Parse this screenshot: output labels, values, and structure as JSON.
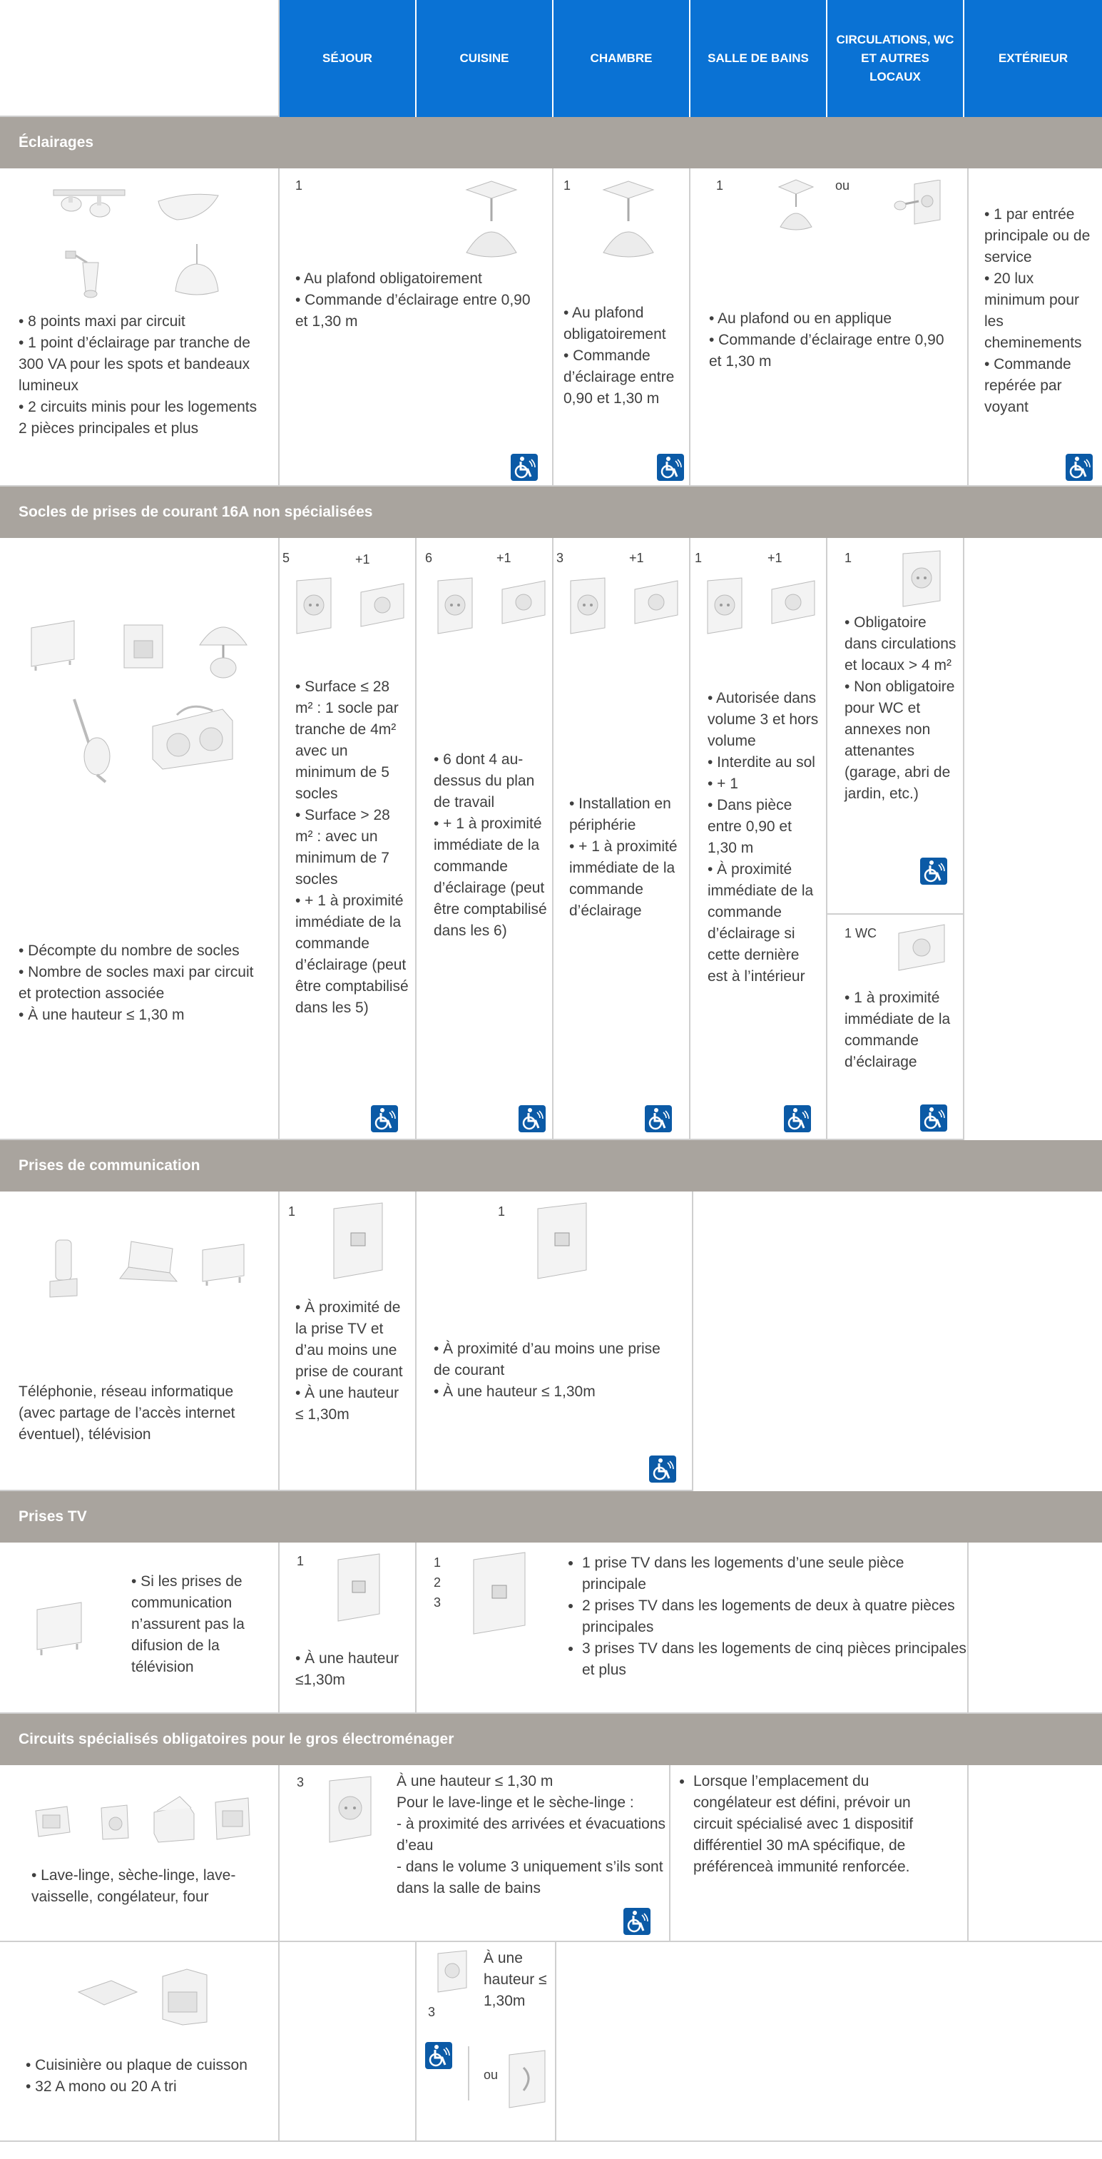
{
  "header": {
    "columns": [
      "SÉJOUR",
      "CUISINE",
      "CHAMBRE",
      "SALLE DE BAINS",
      "CIRCULATIONS, WC\nET AUTRES\nLOCAUX",
      "EXTÉRIEUR"
    ]
  },
  "colors": {
    "header_blue": "#0a72d4",
    "band_grey": "#a9a49e",
    "accessibility_blue": "#0b5aa6"
  },
  "sections": {
    "eclairages": {
      "title": "Éclairages",
      "left": "• 8 points maxi par circuit\n• 1 point d’éclairage par tranche de 300 VA pour les spots et bandeaux lumineux\n• 2 circuits minis pour les logements 2 pièces principales et plus",
      "sejour_cuisine": {
        "num": "1",
        "text": "• Au plafond obligatoirement\n• Commande d’éclairage entre 0,90 et 1,30 m"
      },
      "chambre": {
        "num": "1",
        "text": "• Au plafond obligatoirement\n• Commande d’éclairage entre 0,90 et 1,30 m"
      },
      "sdb_circ": {
        "num": "1",
        "ou": "ou",
        "text": "• Au plafond ou en applique\n• Commande d’éclairage entre 0,90 et 1,30 m"
      },
      "exterieur": "• 1 par entrée principale ou de service\n• 20 lux minimum pour les cheminements\n• Commande repérée par voyant"
    },
    "prises16": {
      "title": "Socles de prises de courant 16A non spécialisées",
      "left": "• Décompte du nombre de socles\n• Nombre de socles maxi par circuit et protection associée\n• À une hauteur ≤ 1,30 m",
      "sejour": {
        "num": "5",
        "plus": "+1",
        "text": "• Surface ≤ 28 m² : 1 socle par tranche de 4m² avec un minimum de 5 socles\n• Surface > 28 m² : avec un minimum de 7 socles\n• + 1 à proximité immédiate de la commande d’éclairage (peut être comptabilisé dans les 5)"
      },
      "cuisine": {
        "num": "6",
        "plus": "+1",
        "text": "• 6 dont 4 au-dessus du plan de travail\n• + 1 à proximité immédiate de la commande d’éclairage (peut être comptabilisé dans les 6)"
      },
      "chambre": {
        "num": "3",
        "plus": "+1",
        "text": "• Installation en périphérie\n• + 1 à proximité immédiate de la commande d’éclairage"
      },
      "sdb": {
        "num": "1",
        "plus": "+1",
        "text": "• Autorisée dans volume 3 et hors volume\n• Interdite au sol\n• + 1\n• Dans pièce entre 0,90 et 1,30 m\n• À proximité immédiate de la commande d’éclairage si cette dernière est à l’intérieur"
      },
      "circ": {
        "num": "1",
        "text": "• Obligatoire dans circulations et locaux > 4 m²\n• Non obligatoire pour WC et annexes non attenantes (garage, abri de jardin, etc.)"
      },
      "wc": {
        "num": "1 WC",
        "text": "• 1 à proximité immédiate de la commande d’éclairage"
      }
    },
    "communication": {
      "title": "Prises de communication",
      "left": "Téléphonie, réseau informatique (avec partage de l’accès internet éventuel), télévision",
      "sejour": {
        "num": "1",
        "text": "• À proximité de la prise TV et d’au moins une prise de courant\n• À une hauteur ≤ 1,30m"
      },
      "chambre": {
        "num": "1",
        "text": "• À proximité d’au moins une prise de courant\n• À une hauteur ≤ 1,30m"
      }
    },
    "tv": {
      "title": "Prises TV",
      "left": "• Si les prises de communication n’assurent pas la difusion de la télévision",
      "sejour": {
        "num": "1",
        "text": "• À une hauteur ≤1,30m"
      },
      "other": {
        "nums": "1\n2\n3",
        "bullets": [
          "1 prise TV dans les logements d’une seule pièce principale",
          "2 prises TV dans les logements de deux à quatre pièces principales",
          "3 prises TV dans les logements de cinq pièces principales et plus"
        ]
      }
    },
    "circuits": {
      "title": "Circuits spécialisés obligatoires pour le gros électroménager",
      "row1_left": "• Lave-linge, sèche-linge, lave-vaisselle, congélateur, four",
      "row1_num": "3",
      "row1_text": "À une hauteur ≤ 1,30 m\nPour le lave-linge et le sèche-linge :\n- à proximité des arrivées et évacuations d’eau\n- dans le volume 3 uniquement s’ils sont dans la salle de bains",
      "row1_note": "Lorsque l’emplacement du congélateur est défini, prévoir un circuit spécialisé avec 1 dispositif différentiel 30 mA spécifique, de préférenceà immunité renforcée.",
      "row2_left": "• Cuisinière ou plaque de cuisson\n• 32 A mono ou 20 A tri",
      "row2_num": "3",
      "row2_text": "À une hauteur ≤ 1,30m",
      "row2_ou": "ou"
    }
  },
  "icons": {
    "accessibility": "wheelchair-icon",
    "socket": "socket-icon",
    "rj45": "rj45-icon",
    "ceiling_light": "ceiling-light-icon"
  }
}
